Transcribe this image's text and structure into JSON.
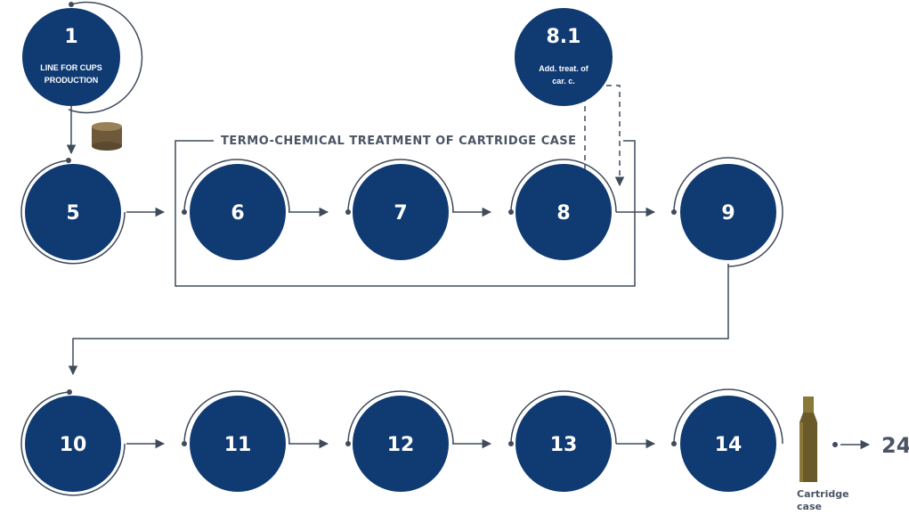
{
  "colors": {
    "circle": "#0f3a72",
    "line": "#3f4a5a",
    "text_dark": "#4a5464",
    "cup_body": "#6e5a3a",
    "cup_top": "#9a8258",
    "case_body": "#6a5a2a",
    "case_neck": "#8a7838"
  },
  "steps": {
    "s1": {
      "num": "1",
      "line1": "LINE FOR CUPS",
      "line2": "PRODUCTION"
    },
    "s81": {
      "num": "8.1",
      "line1": "Add. treat. of",
      "line2": "car. c."
    },
    "s5": {
      "num": "5"
    },
    "s6": {
      "num": "6"
    },
    "s7": {
      "num": "7"
    },
    "s8": {
      "num": "8"
    },
    "s9": {
      "num": "9"
    },
    "s10": {
      "num": "10"
    },
    "s11": {
      "num": "11"
    },
    "s12": {
      "num": "12"
    },
    "s13": {
      "num": "13"
    },
    "s14": {
      "num": "14"
    }
  },
  "group_label": "TERMO-CHEMICAL TREATMENT OF CARTRIDGE CASE",
  "end_label": "24",
  "product": {
    "line1": "Cartridge",
    "line2": "case"
  },
  "icons": {
    "cup": "metal-cup-icon",
    "cartridge": "cartridge-case-icon"
  }
}
